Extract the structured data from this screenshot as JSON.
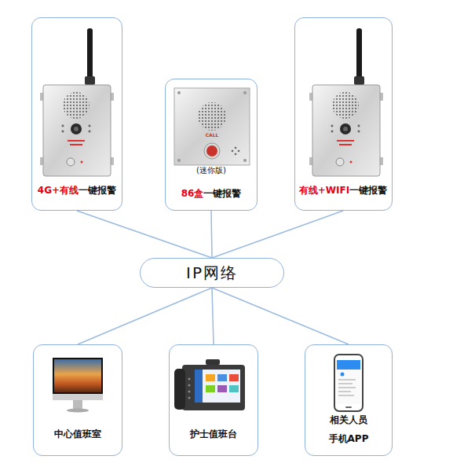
{
  "diagram": {
    "nodes": [
      {
        "text": [
          "4G+有线",
          "一键报警"
        ]
      },
      {
        "text": [
          "(迷你版)",
          "86盒",
          "一键报警"
        ]
      },
      {
        "text": [
          "有线+WIFI",
          "一键报警"
        ]
      },
      {
        "text": [
          "IP网络"
        ]
      },
      {
        "text": [
          "中心值班室"
        ]
      },
      {
        "text": [
          "护士值班台"
        ]
      },
      {
        "text": [
          "相关人员 手机APP"
        ]
      }
    ],
    "edges": [
      {
        "from": 0,
        "to": 3,
        "arrow": "none"
      },
      {
        "from": 1,
        "to": 3,
        "arrow": "none"
      },
      {
        "from": 2,
        "to": 3,
        "arrow": "none"
      },
      {
        "from": 3,
        "to": 4,
        "arrow": "none"
      },
      {
        "from": 3,
        "to": 5,
        "arrow": "none"
      },
      {
        "from": 3,
        "to": 6,
        "arrow": "none"
      }
    ],
    "labels": [
      "CALL"
    ]
  }
}
